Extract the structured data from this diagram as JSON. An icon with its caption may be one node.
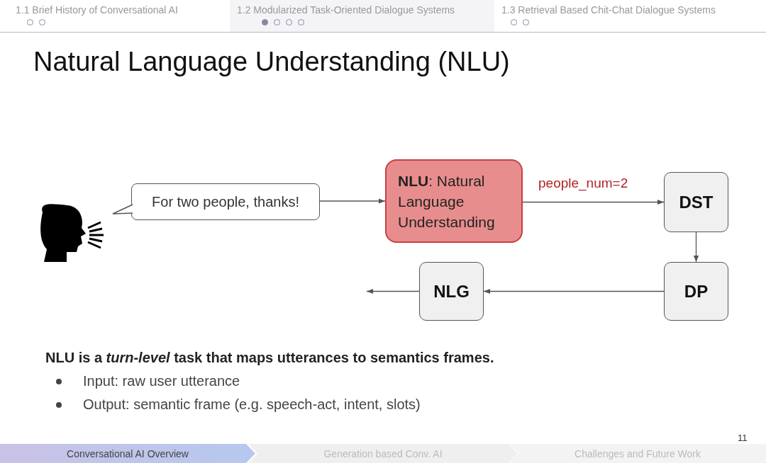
{
  "diagram": {
    "title": "Natural Language Understanding (NLU)",
    "nodes": [
      {
        "text": [
          "For two people, thanks!"
        ]
      },
      {
        "text": [
          "**NLU**: Natural Language Understanding"
        ]
      },
      {
        "text": [
          "DST"
        ]
      },
      {
        "text": [
          "DP"
        ]
      },
      {
        "text": [
          "NLG"
        ]
      }
    ],
    "edges": [
      {
        "from": 0,
        "to": 1,
        "arrow": "to"
      },
      {
        "from": 1,
        "to": 2,
        "arrow": "to",
        "label": "people_num=2"
      },
      {
        "from": 2,
        "to": 3,
        "arrow": "to"
      },
      {
        "from": 3,
        "to": 4,
        "arrow": "to"
      },
      {
        "from": 4,
        "to": null,
        "arrow": "to"
      }
    ],
    "labels": [
      "1.1 Brief History of Conversational AI",
      "1.2 Modularized Task-Oriented Dialogue Systems",
      "1.3 Retrieval Based Chit-Chat Dialogue Systems",
      "NLU is a *turn-level* task that maps utterances to semantics frames.",
      "Input: raw user utterance",
      "Output: semantic frame (e.g. speech-act, intent, slots)",
      "11",
      "Conversational AI Overview",
      "Generation based Conv. AI",
      "Challenges and Future Work"
    ]
  }
}
